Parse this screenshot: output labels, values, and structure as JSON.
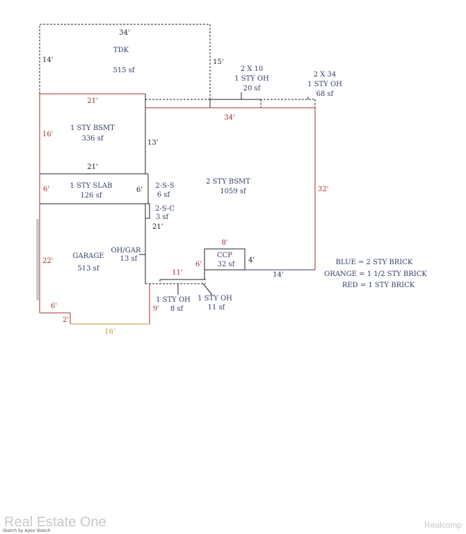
{
  "areas": {
    "tdk": {
      "name": "TDK",
      "size": "515 sf"
    },
    "bsmt1": {
      "name": "1 STY BSMT",
      "size": "336 sf"
    },
    "slab": {
      "name": "1 STY SLAB",
      "size": "126 sf"
    },
    "garage": {
      "name": "GARAGE",
      "size": "513 sf"
    },
    "bsmt2": {
      "name": "2 STY BSMT",
      "size": "1059 sf"
    },
    "ccp": {
      "name": "CCP",
      "size": "32 sf"
    },
    "oh_gar": {
      "name": "OH/GAR",
      "size": "13 sf"
    },
    "s2s": {
      "name": "2-S-S",
      "size": "6 sf"
    },
    "s2c": {
      "name": "2-S-C",
      "size": "3 sf"
    },
    "oh_2x10": {
      "line1": "2 X 10",
      "line2": "1 STY OH",
      "size": "20 sf"
    },
    "oh_2x34": {
      "line1": "2 X 34",
      "line2": "1 STY OH",
      "size": "68 sf"
    },
    "oh_8": {
      "line1": "1 STY OH",
      "size": "8 sf"
    },
    "oh_11": {
      "line1": "1 STY OH",
      "size": "11 sf"
    }
  },
  "dims": {
    "tdk_top": "34'",
    "tdk_left": "14'",
    "tdk_right": "15'",
    "bsmt1_top": "21'",
    "bsmt1_left": "16'",
    "bsmt1_right": "13'",
    "bsmt1_bottom": "21'",
    "slab_left": "6'",
    "slab_right": "6'",
    "bsmt2_top": "34'",
    "bsmt2_right": "32'",
    "bsmt2_bottom": "14'",
    "garage_left": "22'",
    "garage_inner": "21'",
    "garage_step": "6'",
    "garage_notch": "2'",
    "garage_bottom": "16'",
    "garage_right": "9'",
    "oh_bottom": "11'",
    "ccp_top": "8'",
    "ccp_left": "6'",
    "ccp_right": "4'"
  },
  "legend": {
    "blue": "BLUE = 2 STY BRICK",
    "orange": "ORANGE = 1 1/2 STY BRICK",
    "red": "RED = 1 STY BRICK"
  },
  "colors": {
    "red": "#a0322c",
    "orange": "#c8902a",
    "blue": "#2f3e66",
    "black": "#222222"
  },
  "credit": "Sketch by Apex Sketch",
  "watermark_left": "Real Estate One",
  "watermark_right": "Realcomp"
}
